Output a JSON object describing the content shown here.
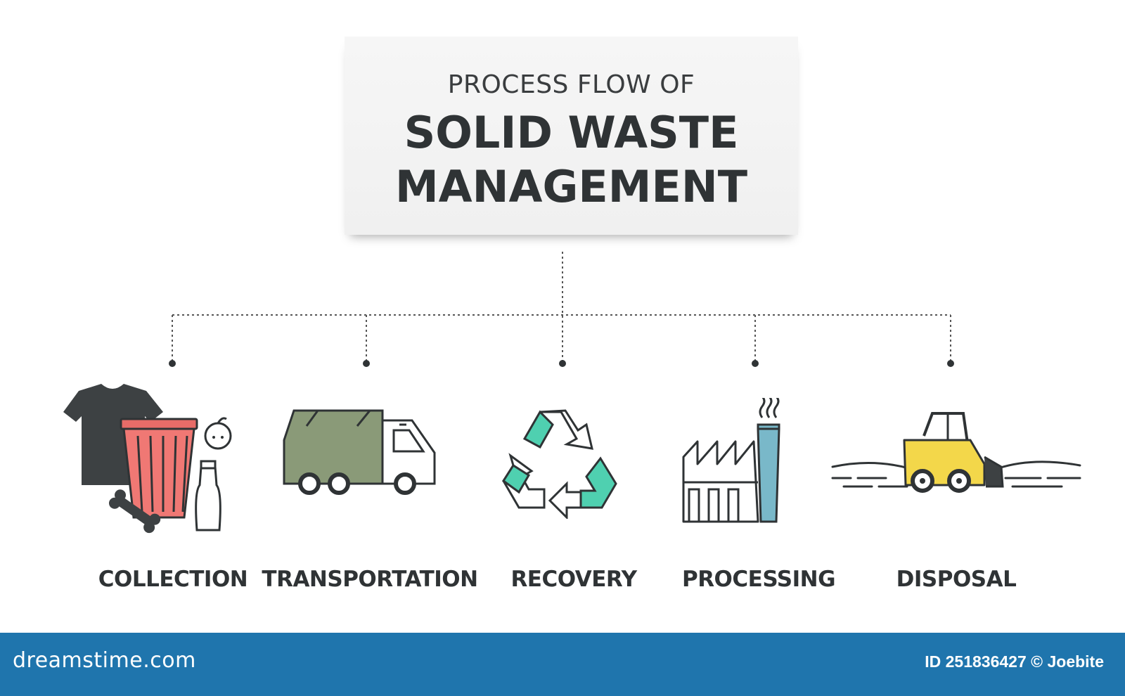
{
  "title": {
    "pre": "PROCESS FLOW OF",
    "line1": "SOLID WASTE",
    "line2": "MANAGEMENT"
  },
  "steps": [
    {
      "label": "COLLECTION",
      "icon": "trash-bin-icon"
    },
    {
      "label": "TRANSPORTATION",
      "icon": "garbage-truck-icon"
    },
    {
      "label": "RECOVERY",
      "icon": "recycle-icon"
    },
    {
      "label": "PROCESSING",
      "icon": "factory-icon"
    },
    {
      "label": "DISPOSAL",
      "icon": "bulldozer-icon"
    }
  ],
  "footer": {
    "brand": "dreamstime.com",
    "credit": "ID 251836427 © Joebite"
  },
  "colors": {
    "text": "#2f3335",
    "footer": "#1f75ad",
    "bin": "#f07874",
    "truck": "#8a9a78",
    "recycle": "#4fd0b0",
    "chimney": "#79b8c9",
    "bulldozer": "#f3d74a"
  }
}
